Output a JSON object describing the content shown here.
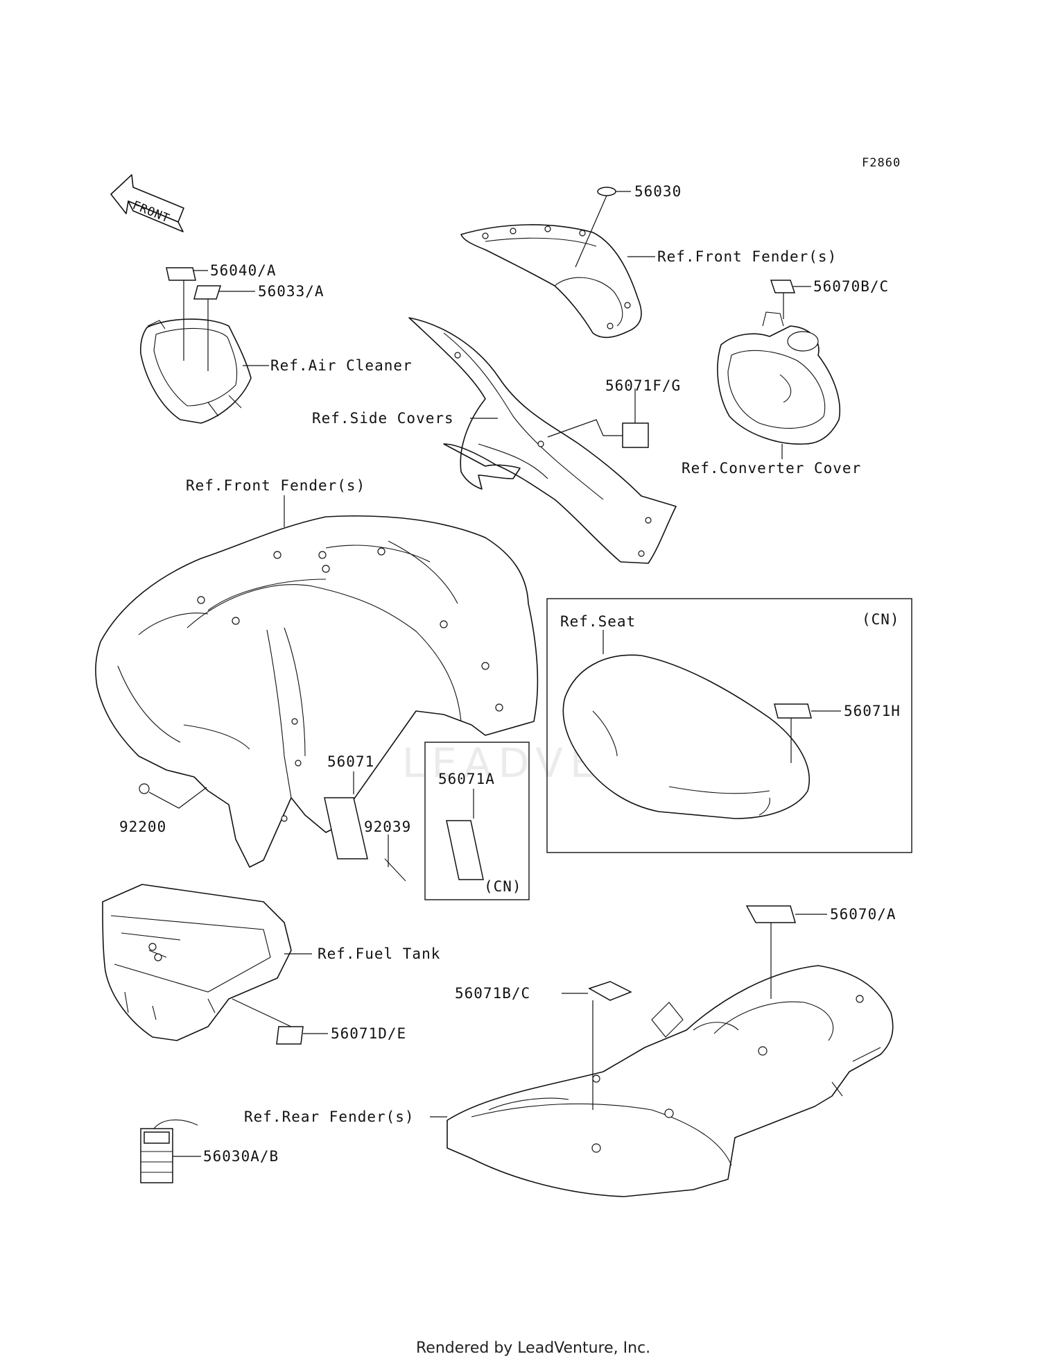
{
  "diagram": {
    "figure_code": "F2860",
    "front_arrow_text": "FRONT",
    "watermark": "LEADVENTURE",
    "footer": "Rendered by LeadVenture, Inc."
  },
  "labels": {
    "p56030": "56030",
    "ref_front_fender_top": "Ref.Front Fender(s)",
    "p56040a": "56040/A",
    "p56033a": "56033/A",
    "ref_air_cleaner": "Ref.Air Cleaner",
    "p56070bc": "56070B/C",
    "p56071fg": "56071F/G",
    "ref_side_covers": "Ref.Side Covers",
    "ref_converter_cover": "Ref.Converter Cover",
    "ref_front_fender_main": "Ref.Front Fender(s)",
    "ref_seat": "Ref.Seat",
    "cn_seat": "(CN)",
    "p56071h": "56071H",
    "p56071": "56071",
    "p56071a": "56071A",
    "cn_small": "(CN)",
    "p92039": "92039",
    "p92200": "92200",
    "ref_fuel_tank": "Ref.Fuel Tank",
    "p56071de": "56071D/E",
    "p56070a": "56070/A",
    "p56071bc": "56071B/C",
    "ref_rear_fender": "Ref.Rear Fender(s)",
    "p56030ab": "56030A/B"
  }
}
